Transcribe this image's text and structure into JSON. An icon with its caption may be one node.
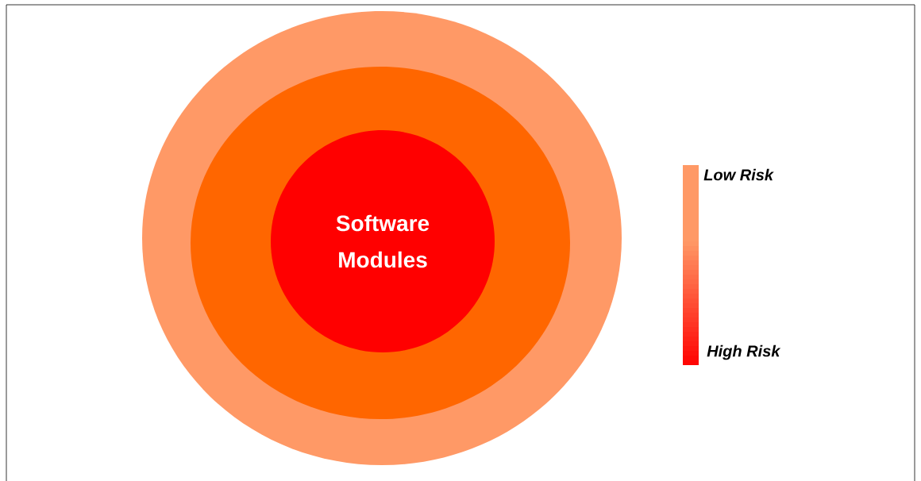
{
  "diagram": {
    "nodes": [
      {
        "text": [],
        "shape": "circle"
      },
      {
        "text": [],
        "shape": "circle",
        "in": 0
      },
      {
        "text": [
          "Software Modules"
        ],
        "in": 1
      }
    ],
    "labels": [
      "Low Risk",
      "High Risk"
    ]
  }
}
